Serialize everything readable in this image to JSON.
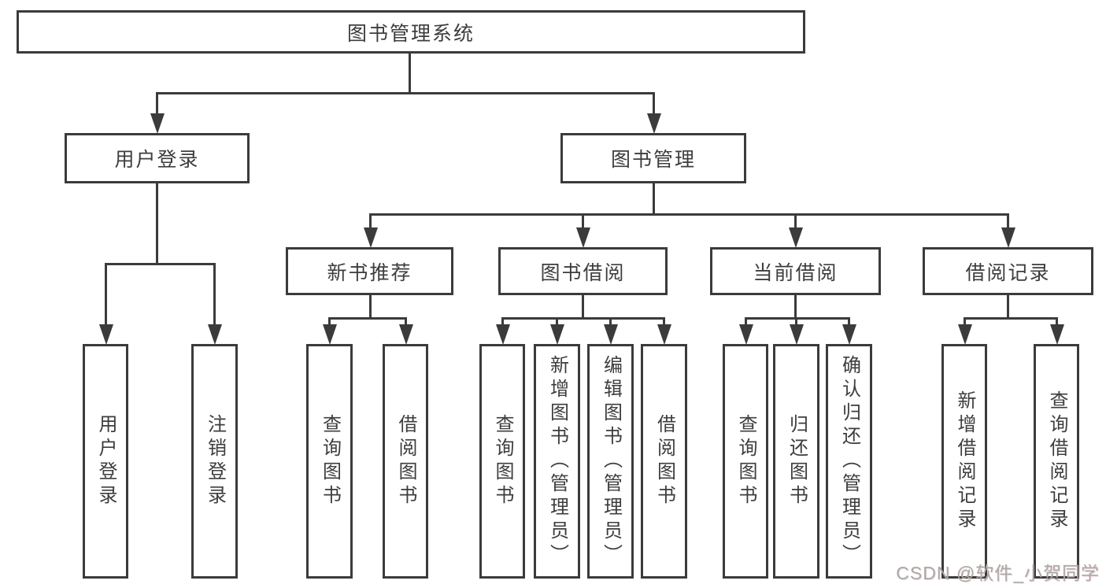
{
  "nodes": {
    "root": "图书管理系统",
    "level2": [
      "用户登录",
      "图书管理"
    ],
    "level3": [
      "新书推荐",
      "图书借阅",
      "当前借阅",
      "借阅记录"
    ],
    "leaves": [
      "用户登录",
      "注销登录",
      "查询图书",
      "借阅图书",
      "查询图书",
      "新增图书（管理员）",
      "编辑图书（管理员）",
      "借阅图书",
      "查询图书",
      "归还图书",
      "确认归还（管理员）",
      "新增借阅记录",
      "查询借阅记录"
    ]
  },
  "watermark": "CSDN @软件_小贺同学",
  "colors": {
    "line": "#3b3b3b",
    "text": "#3d3d3d",
    "background": "#ffffff",
    "watermark": "#a9a9a9"
  }
}
